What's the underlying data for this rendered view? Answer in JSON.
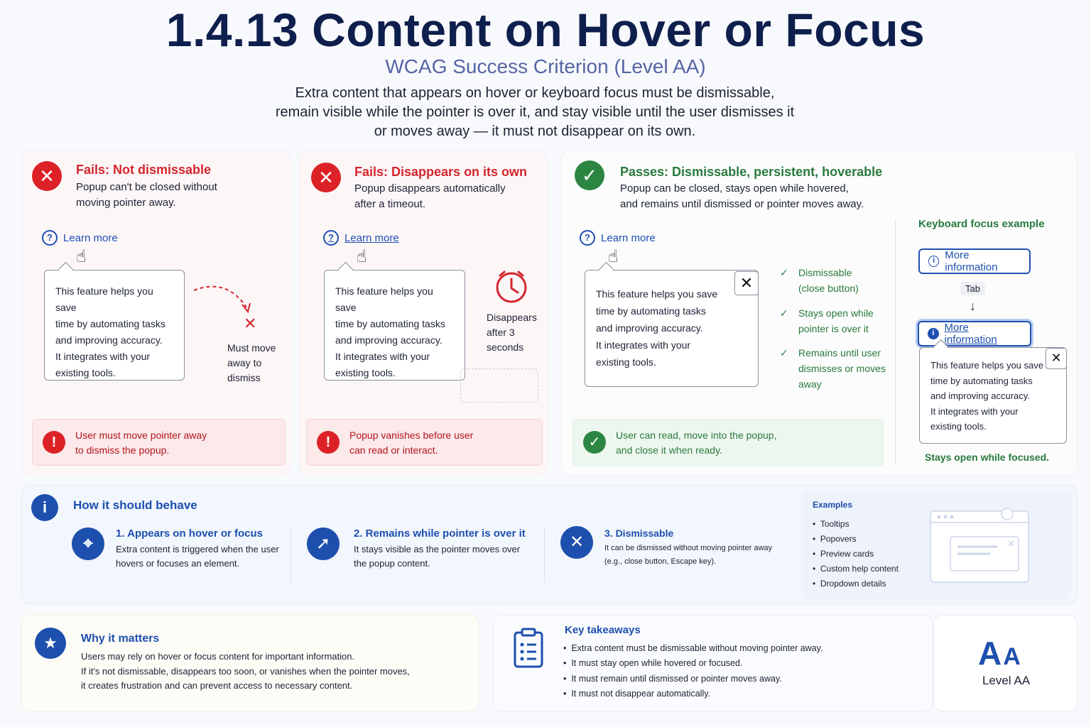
{
  "header": {
    "title": "1.4.13 Content on Hover or Focus",
    "subtitle": "WCAG Success Criterion (Level AA)",
    "intro_line1": "Extra content that appears on hover or keyboard focus must be dismissable,",
    "intro_line2": "remain visible while the pointer is over it, and stay visible until the user dismisses it",
    "intro_line3": "or moves away — it must not disappear on its own."
  },
  "popup_text": {
    "l1": "This feature helps you save",
    "l2": "time by automating tasks",
    "l3": "and improving accuracy.",
    "l4": "It integrates with your",
    "l5": "existing tools."
  },
  "fail1": {
    "heading": "Fails: Not dismissable",
    "desc1": "Popup can't be closed without",
    "desc2": "moving pointer away.",
    "link": "Learn more",
    "note1": "Must move",
    "note2": "away to",
    "note3": "dismiss",
    "banner1": "User must move pointer away",
    "banner2": "to dismiss the popup."
  },
  "fail2": {
    "heading": "Fails: Disappears on its own",
    "desc1": "Popup disappears automatically",
    "desc2": "after a timeout.",
    "link": "Learn more",
    "note1": "Disappears",
    "note2": "after 3",
    "note3": "seconds",
    "banner1": "Popup vanishes before user",
    "banner2": "can read or interact."
  },
  "pass": {
    "heading": "Passes: Dismissable, persistent, hoverable",
    "desc1": "Popup can be closed, stays open while hovered,",
    "desc2": "and remains until dismissed or pointer moves away.",
    "link": "Learn more",
    "checks": [
      {
        "l1": "Dismissable",
        "l2": "(close button)",
        "l3": ""
      },
      {
        "l1": "Stays open while",
        "l2": "pointer is over it",
        "l3": ""
      },
      {
        "l1": "Remains until user",
        "l2": "dismisses or moves",
        "l3": "away"
      }
    ],
    "banner1": "User can read, move into the popup,",
    "banner2": "and close it when ready.",
    "kb_heading": "Keyboard focus example",
    "kb_button": "More information",
    "kb_tab": "Tab",
    "kb_footer": "Stays open while focused."
  },
  "behave": {
    "heading": "How it should behave",
    "steps": [
      {
        "title": "1. Appears on hover or focus",
        "d1": "Extra content is triggered when the user",
        "d2": "hovers or focuses an element."
      },
      {
        "title": "2. Remains while pointer is over it",
        "d1": "It stays visible as the pointer moves over",
        "d2": "the popup content."
      },
      {
        "title": "3. Dismissable",
        "d1": "It can be dismissed without moving pointer away",
        "d2": "(e.g., close button, Escape key)."
      }
    ],
    "examples_heading": "Examples",
    "examples": [
      "Tooltips",
      "Popovers",
      "Preview cards",
      "Custom help content",
      "Dropdown details"
    ]
  },
  "why": {
    "heading": "Why it matters",
    "l1": "Users may rely on hover or focus content for important information.",
    "l2": "If it's not dismissable, disappears too soon, or vanishes when the pointer moves,",
    "l3": "it creates frustration and can prevent access to necessary content."
  },
  "takeaways": {
    "heading": "Key takeaways",
    "items": [
      "Extra content must be dismissable without moving pointer away.",
      "It must stay open while hovered or focused.",
      "It must remain until dismissed or pointer moves away.",
      "It must not disappear automatically."
    ]
  },
  "level": {
    "glyph_big": "A",
    "glyph_small": "A",
    "label": "Level AA"
  },
  "colors": {
    "fail": "#dc2227",
    "pass": "#2c8642",
    "accent": "#1d4fae",
    "title": "#0e1f4d"
  }
}
